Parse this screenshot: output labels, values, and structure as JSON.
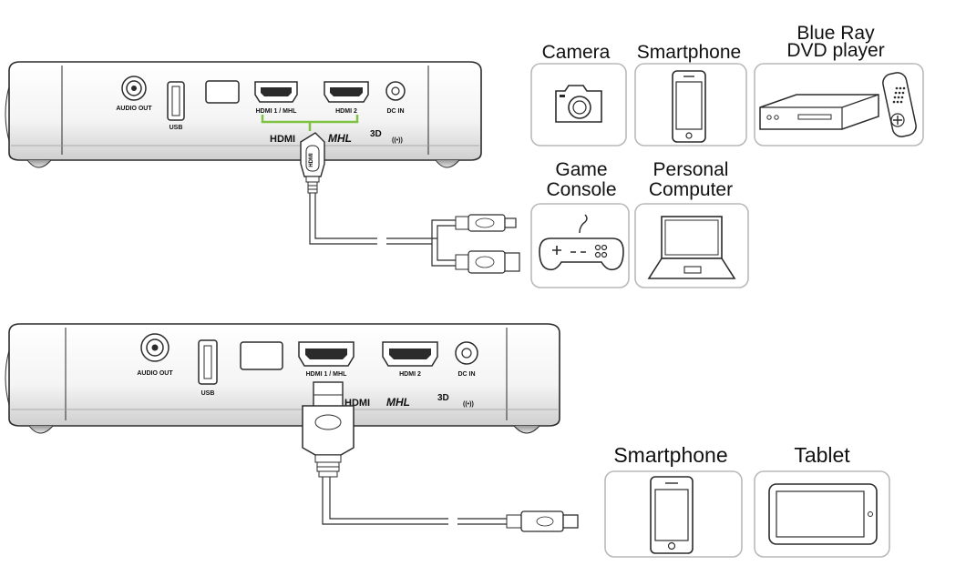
{
  "top_projector": {
    "ports": {
      "audio": "AUDIO OUT",
      "usb": "USB",
      "hdmi1": "HDMI 1 / MHL",
      "hdmi2": "HDMI 2",
      "dcin": "DC IN"
    },
    "logos": {
      "hdmi": "HDMI",
      "mhl": "MHL",
      "threed": "3D",
      "wireless": "((•))"
    },
    "connectors": {
      "hdmi": "HDMI"
    }
  },
  "bottom_projector": {
    "ports": {
      "audio": "AUDIO OUT",
      "usb": "USB",
      "hdmi1": "HDMI 1 / MHL",
      "hdmi2": "HDMI 2",
      "dcin": "DC IN"
    },
    "logos": {
      "hdmi": "HDMI",
      "mhl": "MHL",
      "threed": "3D",
      "wireless": "((•))"
    }
  },
  "devices_top": [
    {
      "label": "Camera",
      "icon": "camera-icon"
    },
    {
      "label": "Smartphone",
      "icon": "smartphone-icon"
    },
    {
      "label_line1": "Blue Ray",
      "label_line2": "DVD player",
      "icon": "bluray-player-icon"
    },
    {
      "label_line1": "Game",
      "label_line2": "Console",
      "icon": "gamepad-icon"
    },
    {
      "label_line1": "Personal",
      "label_line2": "Computer",
      "icon": "laptop-icon"
    }
  ],
  "devices_bottom": [
    {
      "label": "Smartphone",
      "icon": "smartphone-icon"
    },
    {
      "label": "Tablet",
      "icon": "tablet-icon"
    }
  ],
  "colors": {
    "accent_green": "#7dc242",
    "outline": "#2b2b2b",
    "device_box": "#b9b9b9"
  }
}
